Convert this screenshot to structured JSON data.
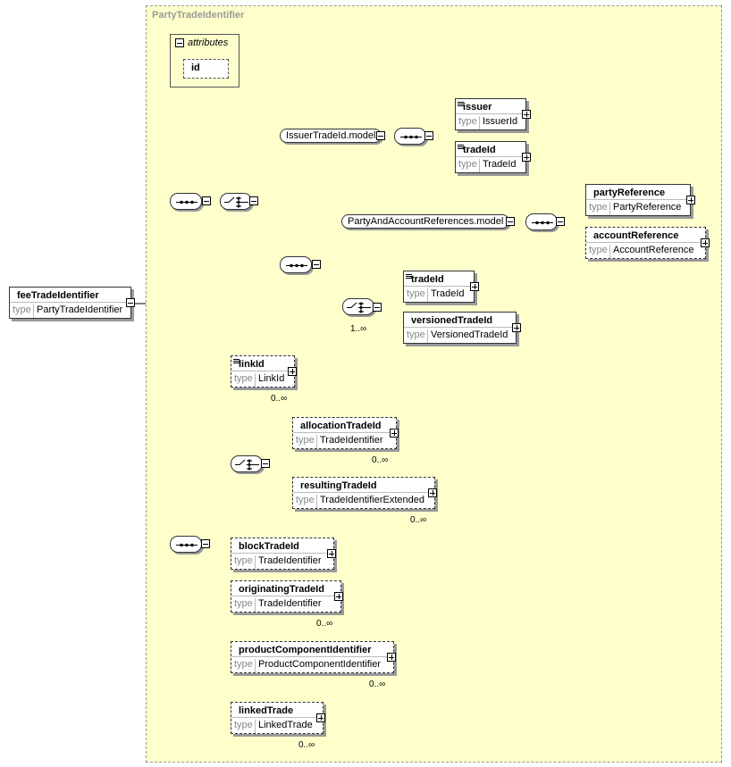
{
  "group": {
    "title": "PartyTradeIdentifier"
  },
  "attributes": {
    "label": "attributes",
    "id": "id"
  },
  "type_keyword": "type",
  "root": {
    "name": "feeTradeIdentifier",
    "type": "PartyTradeIdentifier"
  },
  "model_groups": {
    "issuer_model": "IssuerTradeId.model",
    "party_model": "PartyAndAccountReferences.model"
  },
  "elements": {
    "issuer": {
      "name": "issuer",
      "type": "IssuerId"
    },
    "trade_id_a": {
      "name": "tradeId",
      "type": "TradeId"
    },
    "party_reference": {
      "name": "partyReference",
      "type": "PartyReference"
    },
    "account_reference": {
      "name": "accountReference",
      "type": "AccountReference"
    },
    "trade_id_b": {
      "name": "tradeId",
      "type": "TradeId"
    },
    "versioned_trade_id": {
      "name": "versionedTradeId",
      "type": "VersionedTradeId"
    },
    "link_id": {
      "name": "linkId",
      "type": "LinkId",
      "card": "0..∞"
    },
    "allocation_trade_id": {
      "name": "allocationTradeId",
      "type": "TradeIdentifier",
      "card": "0..∞"
    },
    "resulting_trade_id": {
      "name": "resultingTradeId",
      "type": "TradeIdentifierExtended",
      "card": "0..∞"
    },
    "block_trade_id": {
      "name": "blockTradeId",
      "type": "TradeIdentifier"
    },
    "originating_trade_id": {
      "name": "originatingTradeId",
      "type": "TradeIdentifier",
      "card": "0..∞"
    },
    "product_component_identifier": {
      "name": "productComponentIdentifier",
      "type": "ProductComponentIdentifier",
      "card": "0..∞"
    },
    "linked_trade": {
      "name": "linkedTrade",
      "type": "LinkedTrade",
      "card": "0..∞"
    }
  },
  "choice_cardinality": "1..∞"
}
